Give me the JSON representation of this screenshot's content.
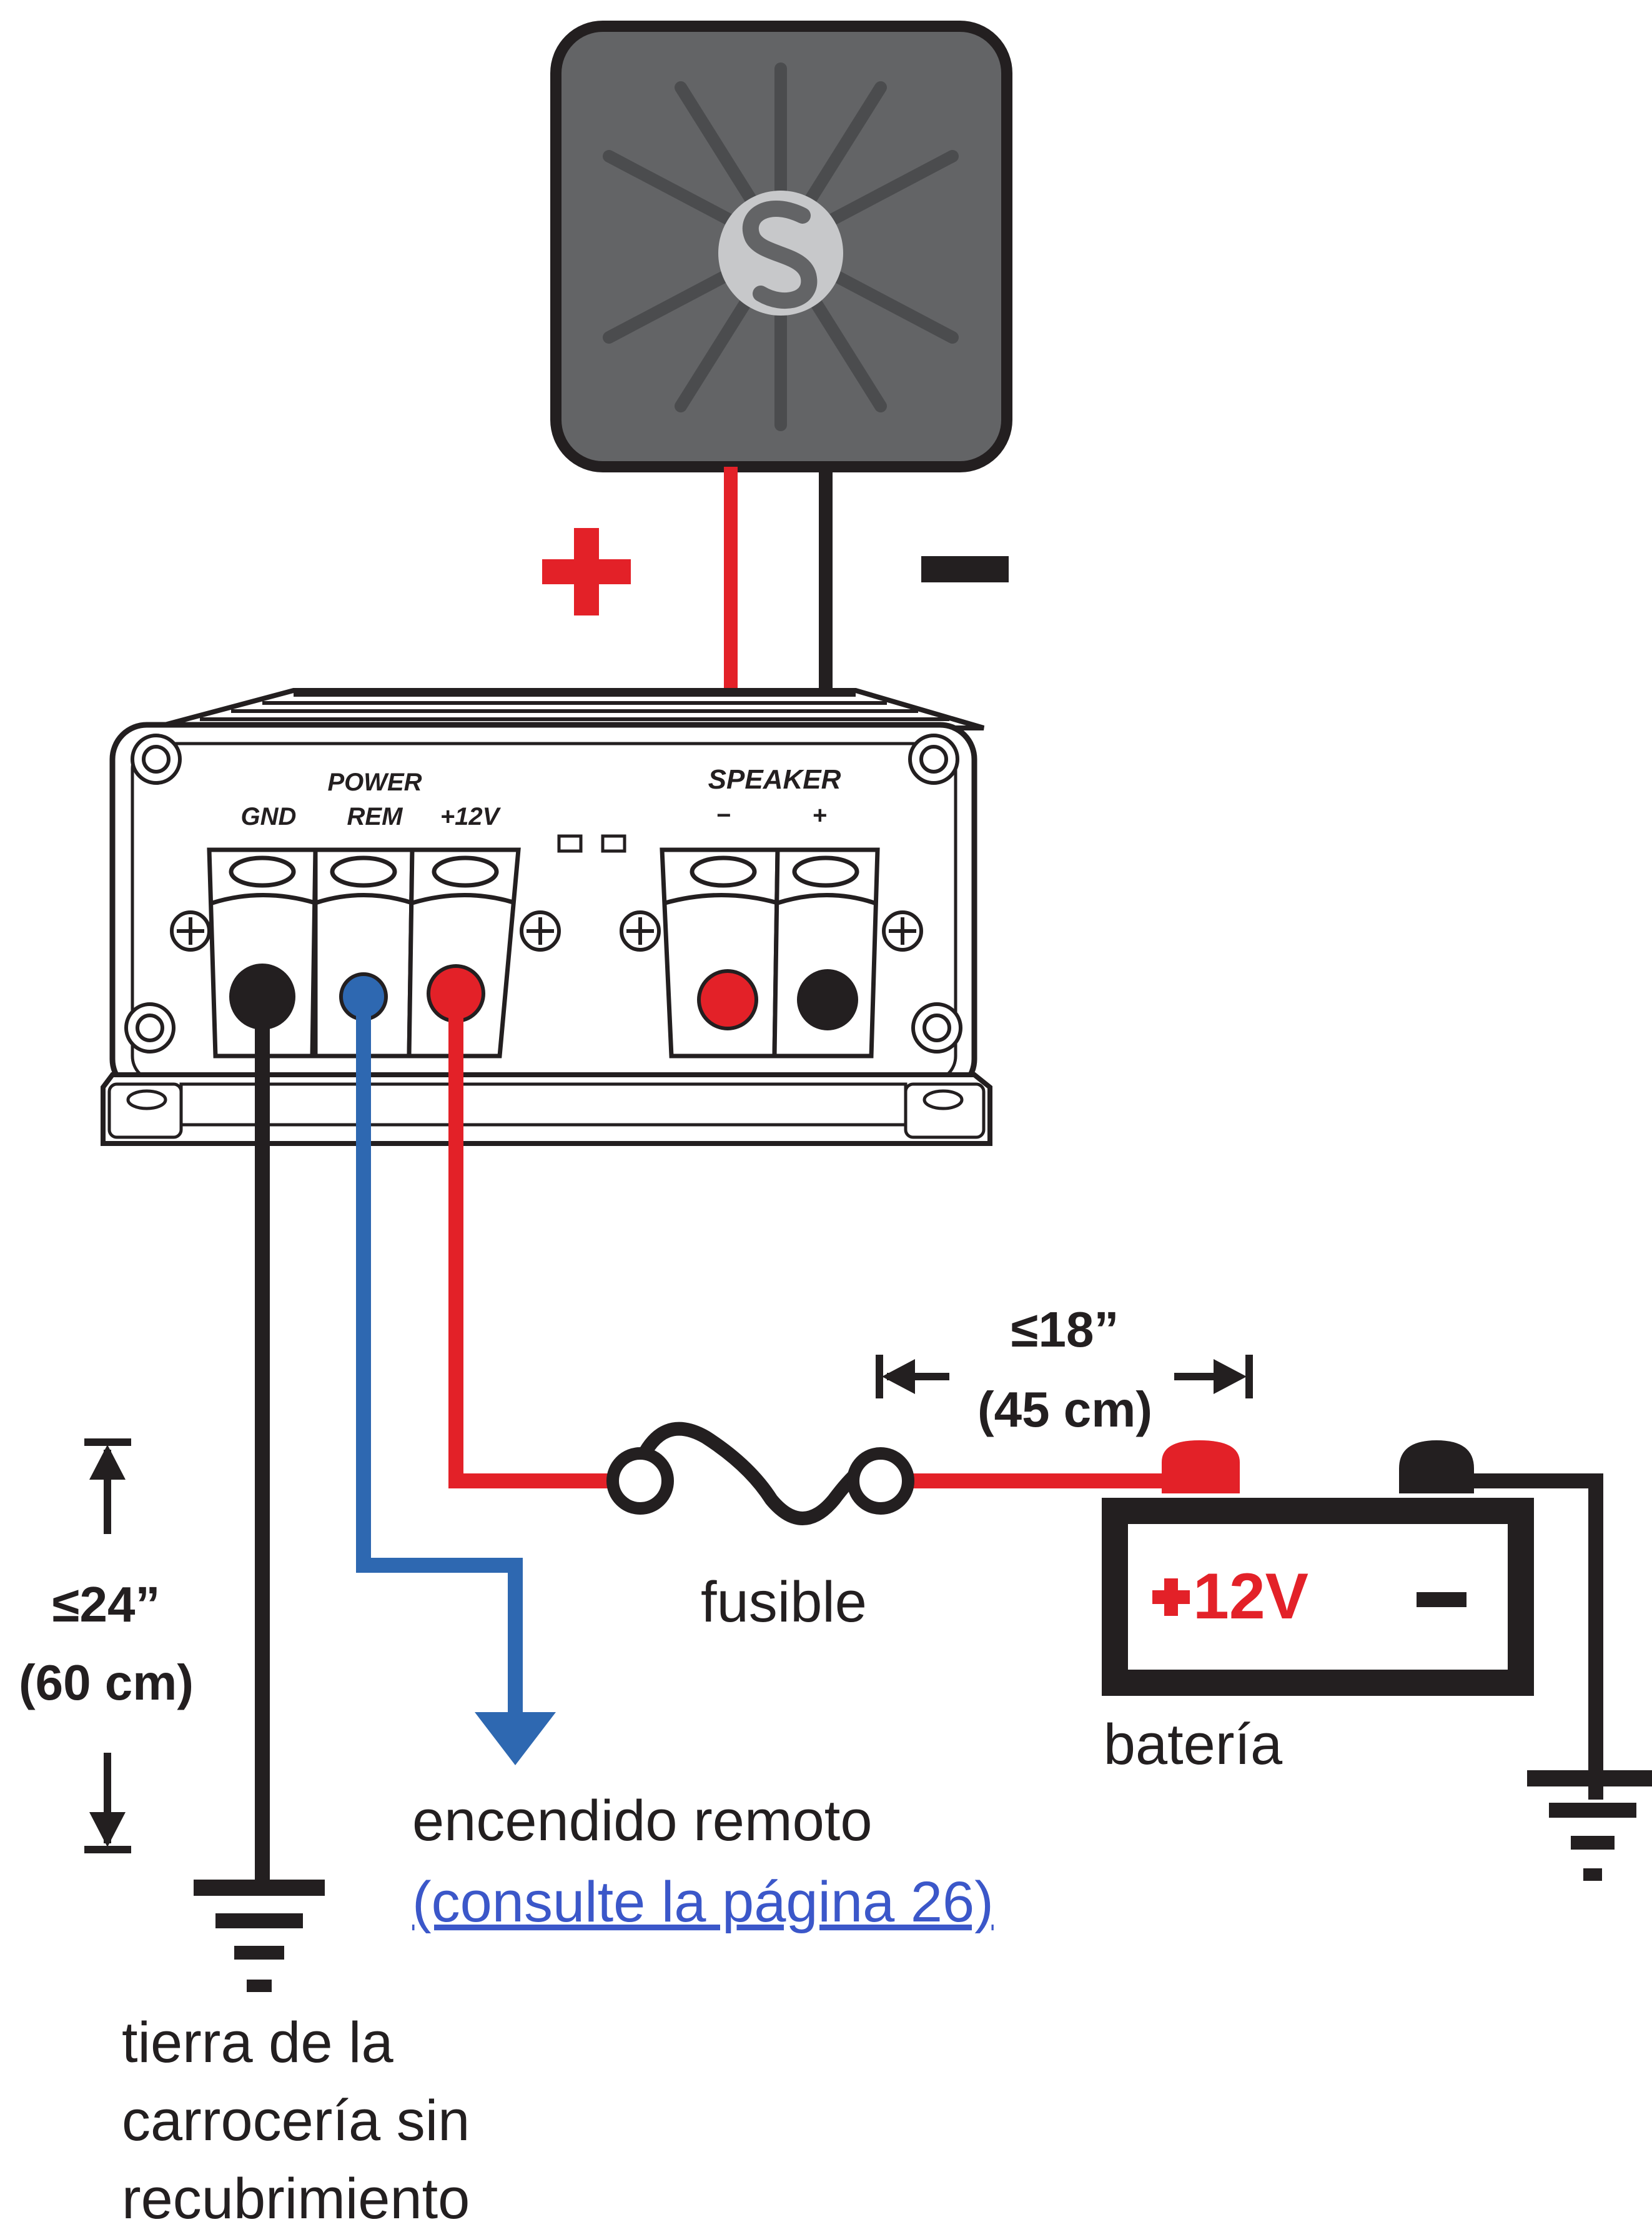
{
  "colors": {
    "red": "#e32128",
    "black": "#231f20",
    "blue": "#2e68b1",
    "speaker_body": "#636466",
    "speaker_rays": "#4b4c4e",
    "logo": "#c7c8ca",
    "link": "#3b57c9"
  },
  "speaker": {
    "icon": "speaker-icon",
    "plus_sign": "+",
    "minus_sign": "−"
  },
  "amplifier": {
    "label_power": "POWER",
    "label_gnd": "GND",
    "label_rem": "REM",
    "label_12v": "+12V",
    "label_speaker": "SPEAKER",
    "speaker_minus": "−",
    "speaker_plus": "+"
  },
  "measurements": {
    "fuse_distance_top": "≤18”",
    "fuse_distance_bottom": "(45 cm)",
    "ground_distance_top": "≤24”",
    "ground_distance_bottom": "(60 cm)"
  },
  "labels": {
    "fuse": "fusible",
    "battery": "batería",
    "battery_plus": "12V",
    "remote_line1": "encendido remoto",
    "remote_link": "(consulte la página 26)",
    "ground_line1": "tierra de la",
    "ground_line2": "carrocería sin",
    "ground_line3": "recubrimiento"
  }
}
